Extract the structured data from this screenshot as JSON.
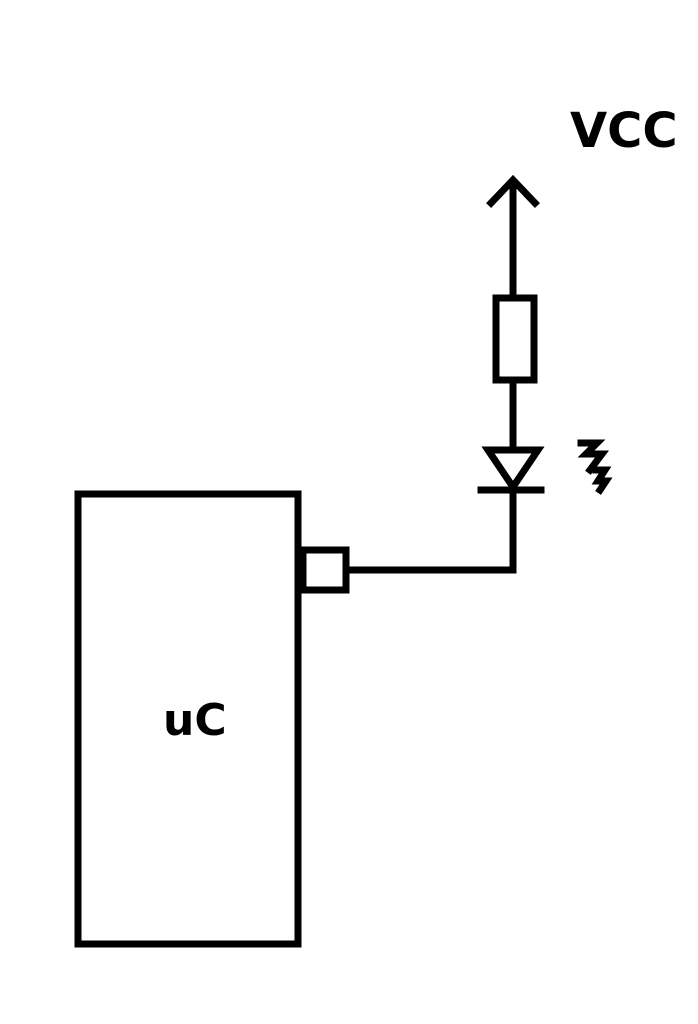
{
  "labels": {
    "supply": "VCC",
    "microcontroller": "uC"
  },
  "components": {
    "supply_arrow": "arrow-up-icon",
    "resistor": "resistor-symbol",
    "led": "led-diode-symbol",
    "led_emission": "light-emission-icon",
    "pin": "output-pin"
  },
  "colors": {
    "stroke": "#000000",
    "background": "#ffffff"
  }
}
